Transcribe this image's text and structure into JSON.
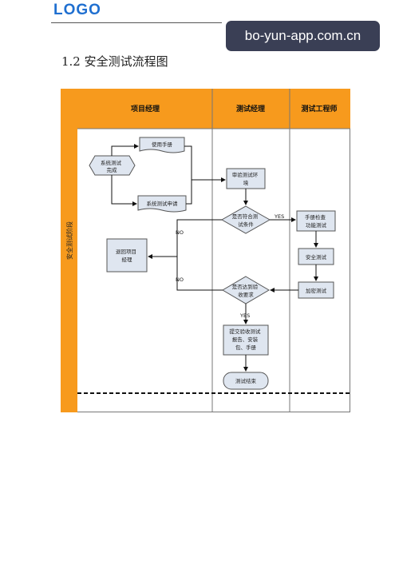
{
  "header": {
    "logo_text": "LOGO"
  },
  "watermark": {
    "text": "bo-yun-app.com.cn"
  },
  "section": {
    "title": "1.2  安全测试流程图"
  },
  "flowchart": {
    "phase_label": "安全测试阶段",
    "lanes": [
      "项目经理",
      "测试经理",
      "测试工程师"
    ],
    "nodes": {
      "start": [
        "系统测试",
        "完成"
      ],
      "manual": "使用手册",
      "apply": "系统测试申请",
      "review_env": [
        "审验测试环",
        "境"
      ],
      "decision_meet": [
        "是否符合测",
        "试条件"
      ],
      "manual_check": [
        "手册检查",
        "功能测试"
      ],
      "security_test": "安全测试",
      "crypto_test": "加密测试",
      "decision_accept": [
        "是否达到验",
        "收要求"
      ],
      "submit_report": [
        "提交验收测试",
        "报告、安装",
        "包、手册"
      ],
      "end": "测试结束",
      "return_pm": [
        "退回项目",
        "经理"
      ]
    },
    "edge_labels": {
      "yes_1": "YES",
      "no_1": "NO",
      "no_2": "NO",
      "yes_2": "YES"
    }
  }
}
